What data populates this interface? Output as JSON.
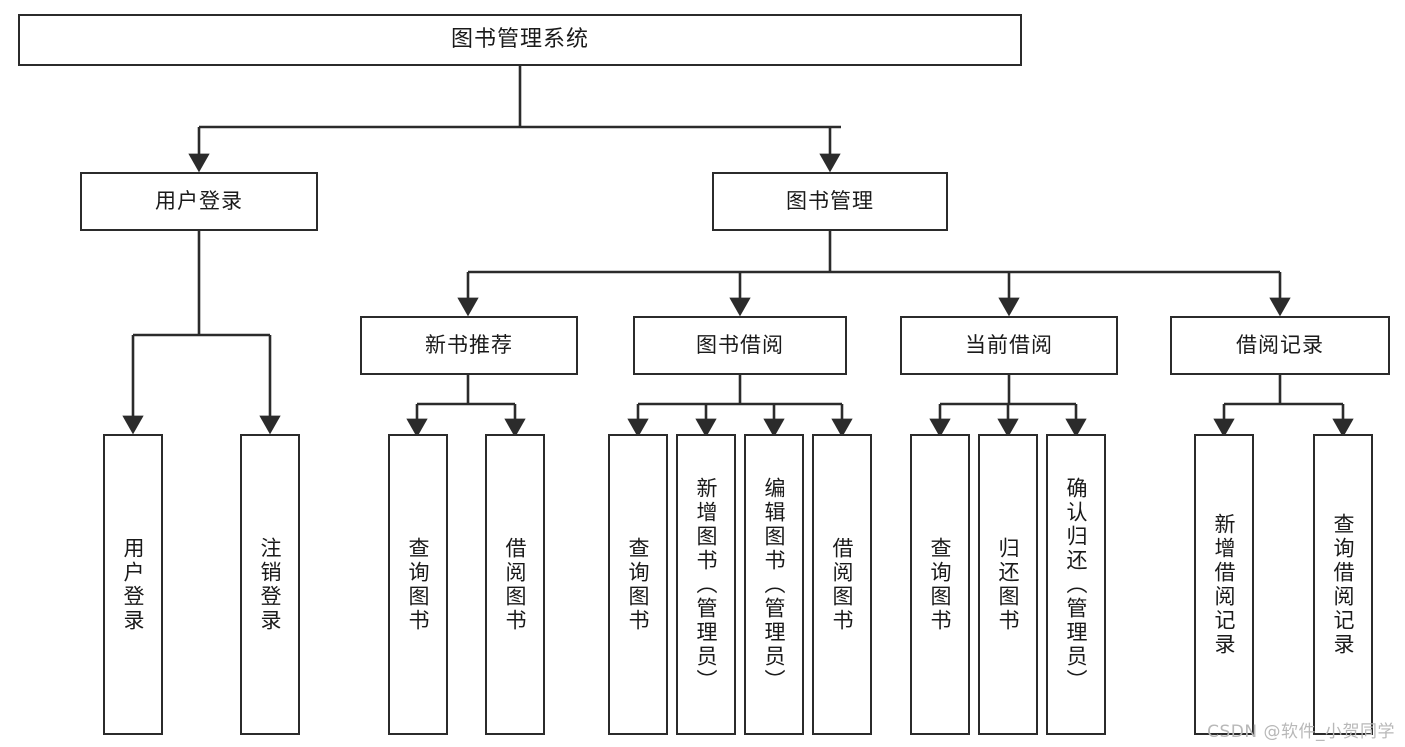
{
  "diagram": {
    "title": "图书管理系统",
    "type": "hierarchy-tree",
    "watermark": "CSDN @软件_小贺同学",
    "colors": {
      "border": "#2b2b2b",
      "fill": "#ffffff",
      "text": "#1a1a1a",
      "edge": "#2b2b2b",
      "watermark": "#b8b8b8"
    },
    "nodes": {
      "root": {
        "label": "图书管理系统"
      },
      "level2": [
        {
          "id": "user-login",
          "label": "用户登录"
        },
        {
          "id": "book-manage",
          "label": "图书管理"
        }
      ],
      "level3": [
        {
          "id": "new-book-recommend",
          "label": "新书推荐"
        },
        {
          "id": "book-borrow",
          "label": "图书借阅"
        },
        {
          "id": "current-borrow",
          "label": "当前借阅"
        },
        {
          "id": "borrow-record",
          "label": "借阅记录"
        }
      ],
      "leaves": [
        {
          "id": "leaf-user-login",
          "label": "用户登录",
          "parent": "user-login"
        },
        {
          "id": "leaf-logout-login",
          "label": "注销登录",
          "parent": "user-login"
        },
        {
          "id": "leaf-query-book-1",
          "label": "查询图书",
          "parent": "new-book-recommend"
        },
        {
          "id": "leaf-borrow-book-1",
          "label": "借阅图书",
          "parent": "new-book-recommend"
        },
        {
          "id": "leaf-query-book-2",
          "label": "查询图书",
          "parent": "book-borrow"
        },
        {
          "id": "leaf-add-book",
          "label": "新增图书（管理员）",
          "parent": "book-borrow"
        },
        {
          "id": "leaf-edit-book",
          "label": "编辑图书（管理员）",
          "parent": "book-borrow"
        },
        {
          "id": "leaf-borrow-book-2",
          "label": "借阅图书",
          "parent": "book-borrow"
        },
        {
          "id": "leaf-query-book-3",
          "label": "查询图书",
          "parent": "current-borrow"
        },
        {
          "id": "leaf-return-book",
          "label": "归还图书",
          "parent": "current-borrow"
        },
        {
          "id": "leaf-confirm-return",
          "label": "确认归还（管理员）",
          "parent": "current-borrow"
        },
        {
          "id": "leaf-add-record",
          "label": "新增借阅记录",
          "parent": "borrow-record"
        },
        {
          "id": "leaf-query-record",
          "label": "查询借阅记录",
          "parent": "borrow-record"
        }
      ]
    }
  }
}
